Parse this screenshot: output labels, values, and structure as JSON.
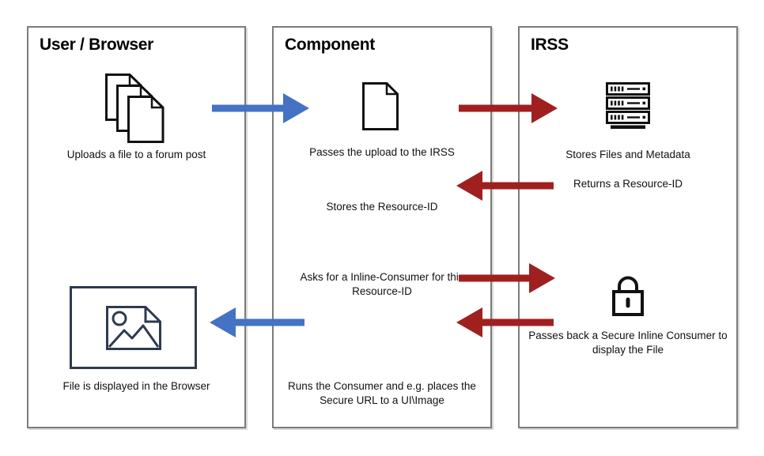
{
  "colors": {
    "arrow_blue": "#4472C4",
    "arrow_red": "#A02020",
    "box_border": "#7C7C7C",
    "icon_black": "#111111",
    "image_icon_navy": "#2E3A4F"
  },
  "columns": [
    {
      "title": "User / Browser",
      "steps": [
        {
          "icon": "documents-stack-icon",
          "label": "Uploads a file to a forum post"
        },
        {
          "icon": "image-placeholder-icon",
          "label": "File is displayed in the Browser"
        }
      ]
    },
    {
      "title": "Component",
      "steps": [
        {
          "icon": "document-icon",
          "label": "Passes the upload to the IRSS"
        },
        {
          "label": "Stores the Resource-ID"
        },
        {
          "label": "Asks for a Inline-Consumer for this Resource-ID"
        },
        {
          "label": "Runs the Consumer and e.g. places the Secure URL to a UI\\Image"
        }
      ]
    },
    {
      "title": "IRSS",
      "steps": [
        {
          "icon": "server-icon",
          "label": "Stores Files and Metadata"
        },
        {
          "label": "Returns a Resource-ID"
        },
        {
          "icon": "lock-icon",
          "label": "Passes back a Secure Inline Consumer to display the File"
        }
      ]
    }
  ],
  "arrows": [
    {
      "name": "user-to-component-upload",
      "color": "blue",
      "direction": "right"
    },
    {
      "name": "component-to-irss-upload",
      "color": "red",
      "direction": "right"
    },
    {
      "name": "irss-to-component-resource-id",
      "color": "red",
      "direction": "left"
    },
    {
      "name": "component-to-irss-ask-consumer",
      "color": "red",
      "direction": "right"
    },
    {
      "name": "irss-to-component-secure-consumer",
      "color": "red",
      "direction": "left"
    },
    {
      "name": "component-to-user-display",
      "color": "blue",
      "direction": "left"
    }
  ]
}
